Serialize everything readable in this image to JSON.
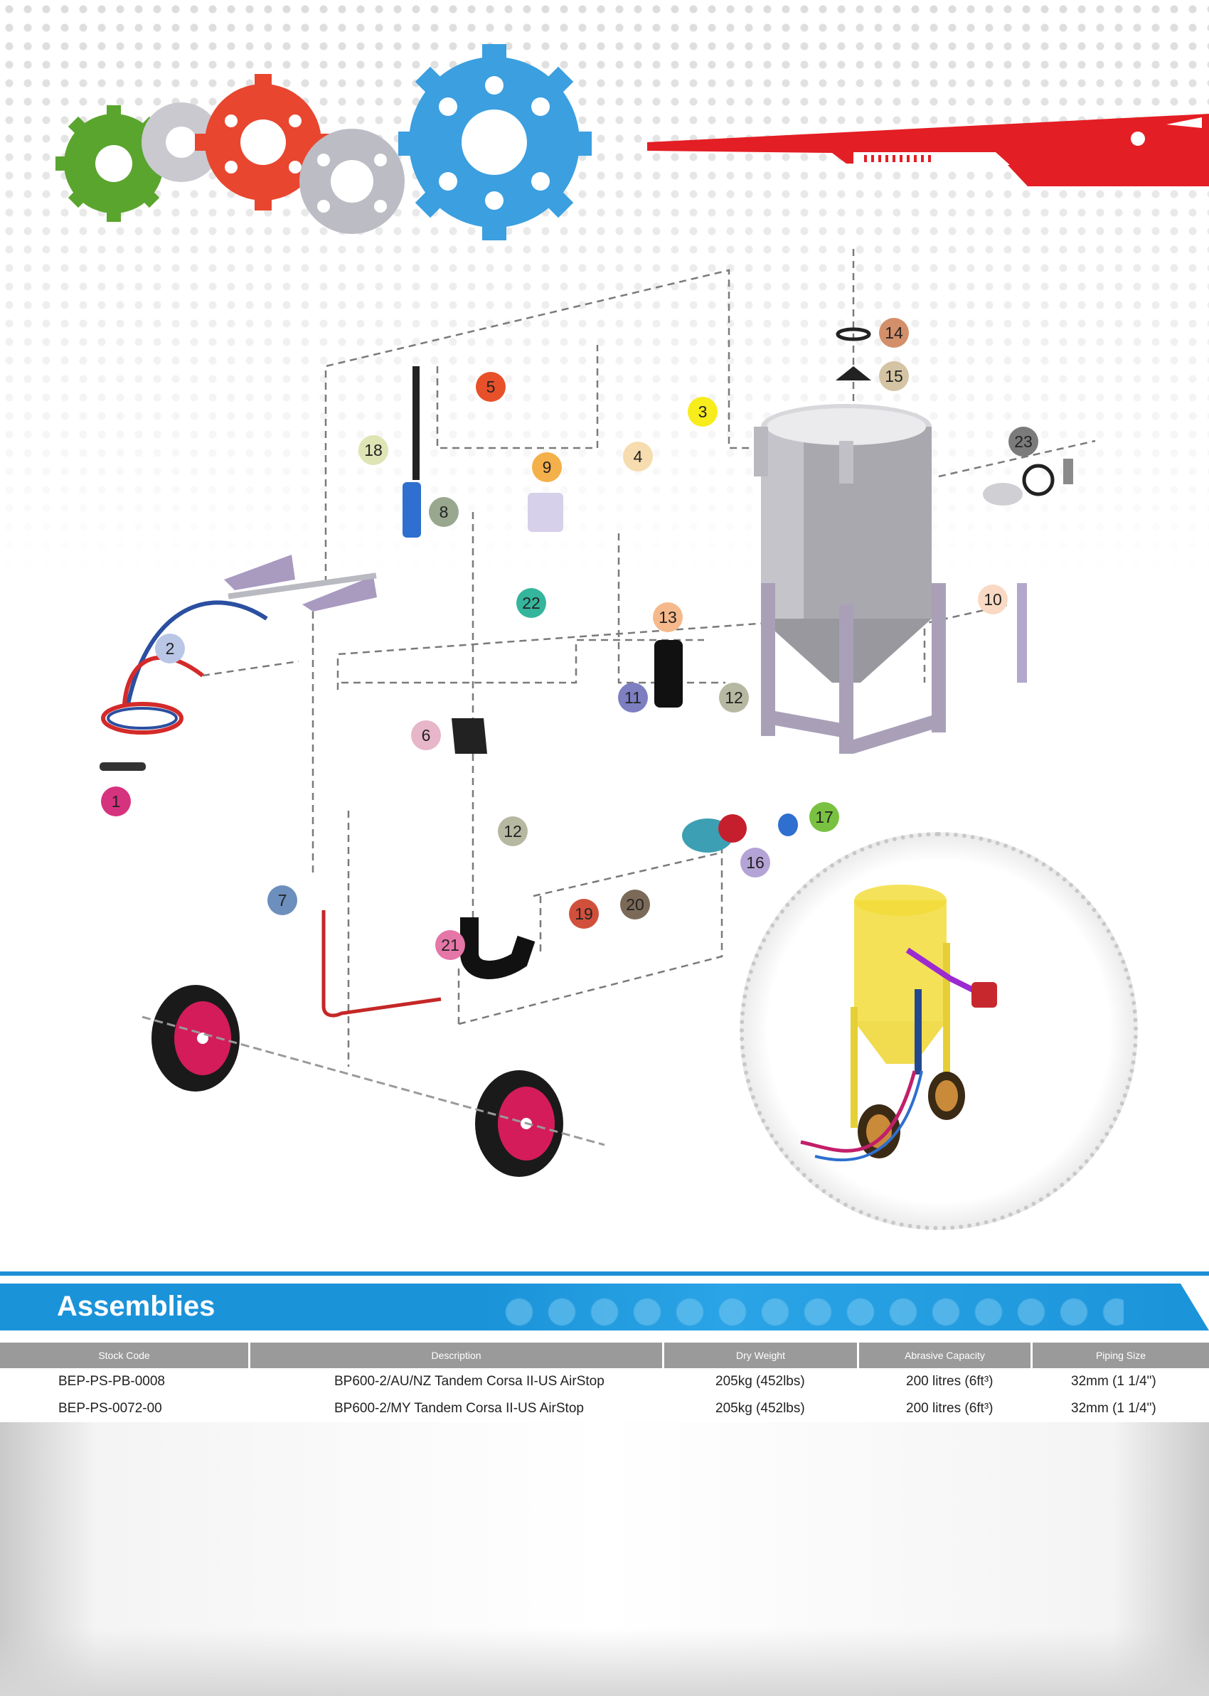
{
  "callouts": [
    {
      "label": "1",
      "color": "#d6337f"
    },
    {
      "label": "2",
      "color": "#b9c6e6"
    },
    {
      "label": "3",
      "color": "#f7ec1c"
    },
    {
      "label": "4",
      "color": "#f6dcae"
    },
    {
      "label": "5",
      "color": "#e8502a"
    },
    {
      "label": "6",
      "color": "#e7b6c8"
    },
    {
      "label": "7",
      "color": "#6d8fbd"
    },
    {
      "label": "8",
      "color": "#98a78e"
    },
    {
      "label": "9",
      "color": "#f4b04a"
    },
    {
      "label": "10",
      "color": "#f9d9c3"
    },
    {
      "label": "11",
      "color": "#7d7fc1"
    },
    {
      "label": "12",
      "color": "#b7b8a1"
    },
    {
      "label": "12",
      "color": "#b7b8a1"
    },
    {
      "label": "13",
      "color": "#f5b98b"
    },
    {
      "label": "14",
      "color": "#d38f6a"
    },
    {
      "label": "15",
      "color": "#d4c4a3"
    },
    {
      "label": "16",
      "color": "#b4a3d6"
    },
    {
      "label": "17",
      "color": "#7ac142"
    },
    {
      "label": "18",
      "color": "#dfe4b5"
    },
    {
      "label": "19",
      "color": "#d1503b"
    },
    {
      "label": "20",
      "color": "#7c6a58"
    },
    {
      "label": "21",
      "color": "#e576a8"
    },
    {
      "label": "22",
      "color": "#35b59c"
    },
    {
      "label": "23",
      "color": "#7b7b7b"
    }
  ],
  "assemblies": {
    "title": "Assemblies",
    "columns": [
      "Stock Code",
      "Description",
      "Dry Weight",
      "Abrasive Capacity",
      "Piping Size"
    ],
    "rows": [
      [
        "BEP-PS-PB-0008",
        "BP600-2/AU/NZ Tandem Corsa II-US AirStop",
        "205kg (452lbs)",
        "200 litres (6ft³)",
        "32mm (1 1/4\")"
      ],
      [
        "BEP-PS-0072-00",
        "BP600-2/MY Tandem Corsa II-US AirStop",
        "205kg (452lbs)",
        "200 litres (6ft³)",
        "32mm (1 1/4\")"
      ]
    ]
  },
  "colors": {
    "brand_blue": "#1b93d9",
    "accent_red": "#e31e24",
    "header_gray": "#9a9a9a"
  }
}
